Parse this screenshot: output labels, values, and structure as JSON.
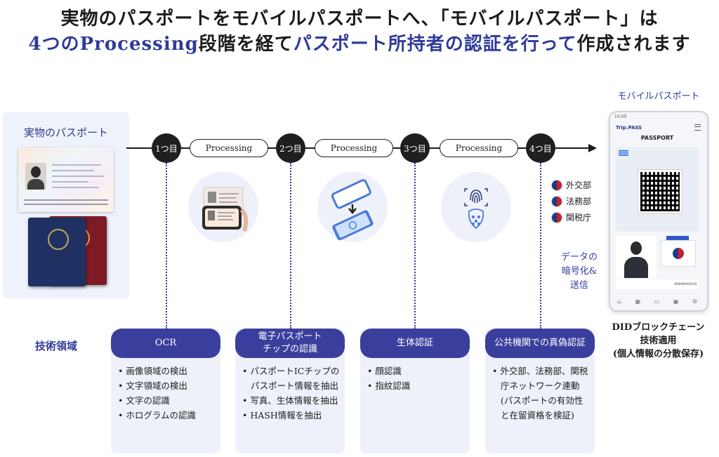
{
  "header": {
    "line1": "実物のパスポートをモバイルパスポートへ、「モバイルパスポート」は",
    "line2_a": "4つのProcessing",
    "line2_b": "段階を経て",
    "line2_c": "パスポート所持者の認証を行って",
    "line2_d": "作成されます"
  },
  "left_panel": {
    "title": "実物のパスポート"
  },
  "timeline": {
    "steps": [
      "1つ目",
      "2つ目",
      "3つ目",
      "4つ目"
    ],
    "processing": [
      "Processing",
      "Processing",
      "Processing"
    ]
  },
  "agencies": [
    "外交部",
    "法務部",
    "関税庁"
  ],
  "encryption": [
    "データの",
    "暗号化&",
    "送信"
  ],
  "mobile": {
    "title": "モバイルパスポート",
    "status": "10:09",
    "app_name": "Trip.PASS",
    "heading": "PASSPORT",
    "number": "0000000029"
  },
  "did": [
    "DIDブロックチェーン",
    "技術適用",
    "(個人情報の分散保存)"
  ],
  "tech": {
    "label": "技術領域",
    "boxes": [
      {
        "title": "OCR",
        "items": [
          "画像領域の検出",
          "文字領域の検出",
          "文字の認識",
          "ホログラムの認識"
        ]
      },
      {
        "title": "電子パスポート\nチップの認識",
        "items": [
          "パスポートICチップの",
          "パスポート情報を抽出",
          "写真、生体情報を抽出",
          "HASH情報を抽出"
        ]
      },
      {
        "title": "生体認証",
        "items": [
          "顔認識",
          "指紋認識"
        ]
      },
      {
        "title": "公共機関での真偽認証",
        "items": [
          "外交部、法務部、関税",
          "庁ネットワーク連動",
          "(パスポートの有効性",
          "と在留資格を検証)"
        ]
      }
    ]
  },
  "colors": {
    "accent": "#2f3b9a",
    "box_header": "#3a3f9d",
    "step": "#1f1f1f"
  }
}
